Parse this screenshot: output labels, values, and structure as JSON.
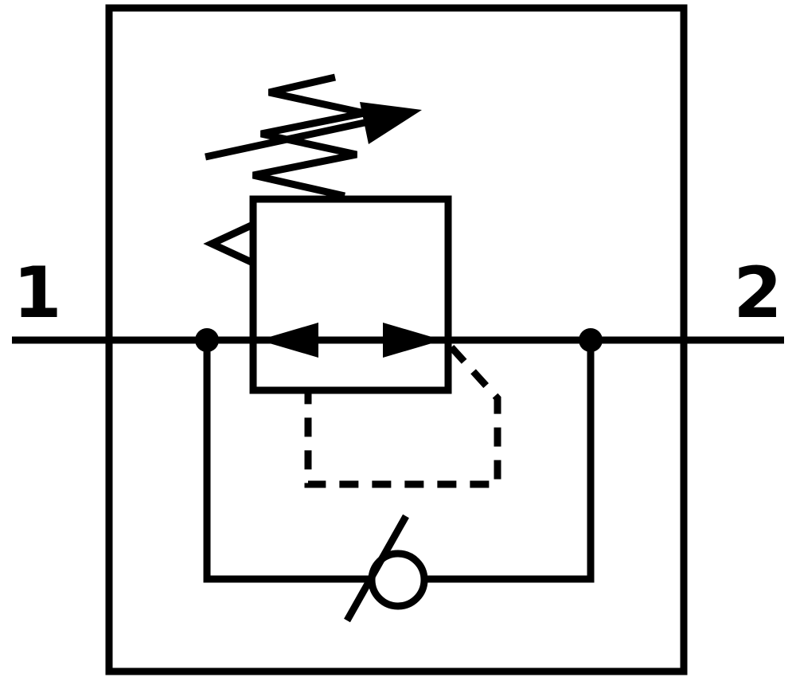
{
  "diagram": {
    "kind": "pneumatic-schematic",
    "colors": {
      "line": "#000000",
      "background": "#ffffff"
    },
    "ports": {
      "left": {
        "label": "1"
      },
      "right": {
        "label": "2"
      }
    },
    "components": [
      {
        "icon": "enclosure-box-icon"
      },
      {
        "icon": "main-flow-line-icon"
      },
      {
        "icon": "regulator-valve-body-icon"
      },
      {
        "icon": "flow-arrow-left-icon"
      },
      {
        "icon": "flow-arrow-right-icon"
      },
      {
        "icon": "adjustable-spring-icon"
      },
      {
        "icon": "spring-adjustment-arrow-icon"
      },
      {
        "icon": "relief-arrowhead-icon"
      },
      {
        "icon": "pilot-line-dashed-icon"
      },
      {
        "icon": "bypass-line-icon"
      },
      {
        "icon": "check-valve-icon"
      },
      {
        "icon": "junction-dot-icon"
      }
    ]
  }
}
